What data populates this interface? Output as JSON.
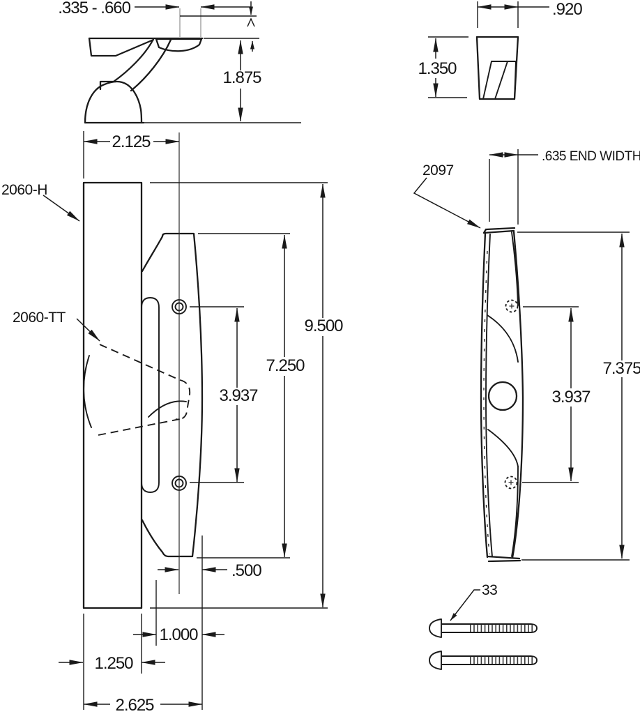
{
  "meta": {
    "background": "#ffffff",
    "ink": "#1a1a1a",
    "reference_gray": "#a6a6a6"
  },
  "callouts": {
    "inside_handle_assembly": "2060-H",
    "inside_trim": "2060-TT",
    "outside_handle": "2097",
    "mounting_screws": "33"
  },
  "dims": {
    "projection_range": ".335 - .660",
    "profile_height": "1.875",
    "keeper_width": ".920",
    "keeper_height": "1.350",
    "edge_to_center": "2.125",
    "overall_height": "9.500",
    "plate_height": "7.250",
    "hole_spacing_front": "3.937",
    "hole_offset": ".500",
    "plate_width": "1.000",
    "stile_width": "1.250",
    "overall_width": "2.625",
    "end_width": ".635 END WIDTH",
    "outside_height": "7.375",
    "hole_spacing_outside": "3.937"
  }
}
